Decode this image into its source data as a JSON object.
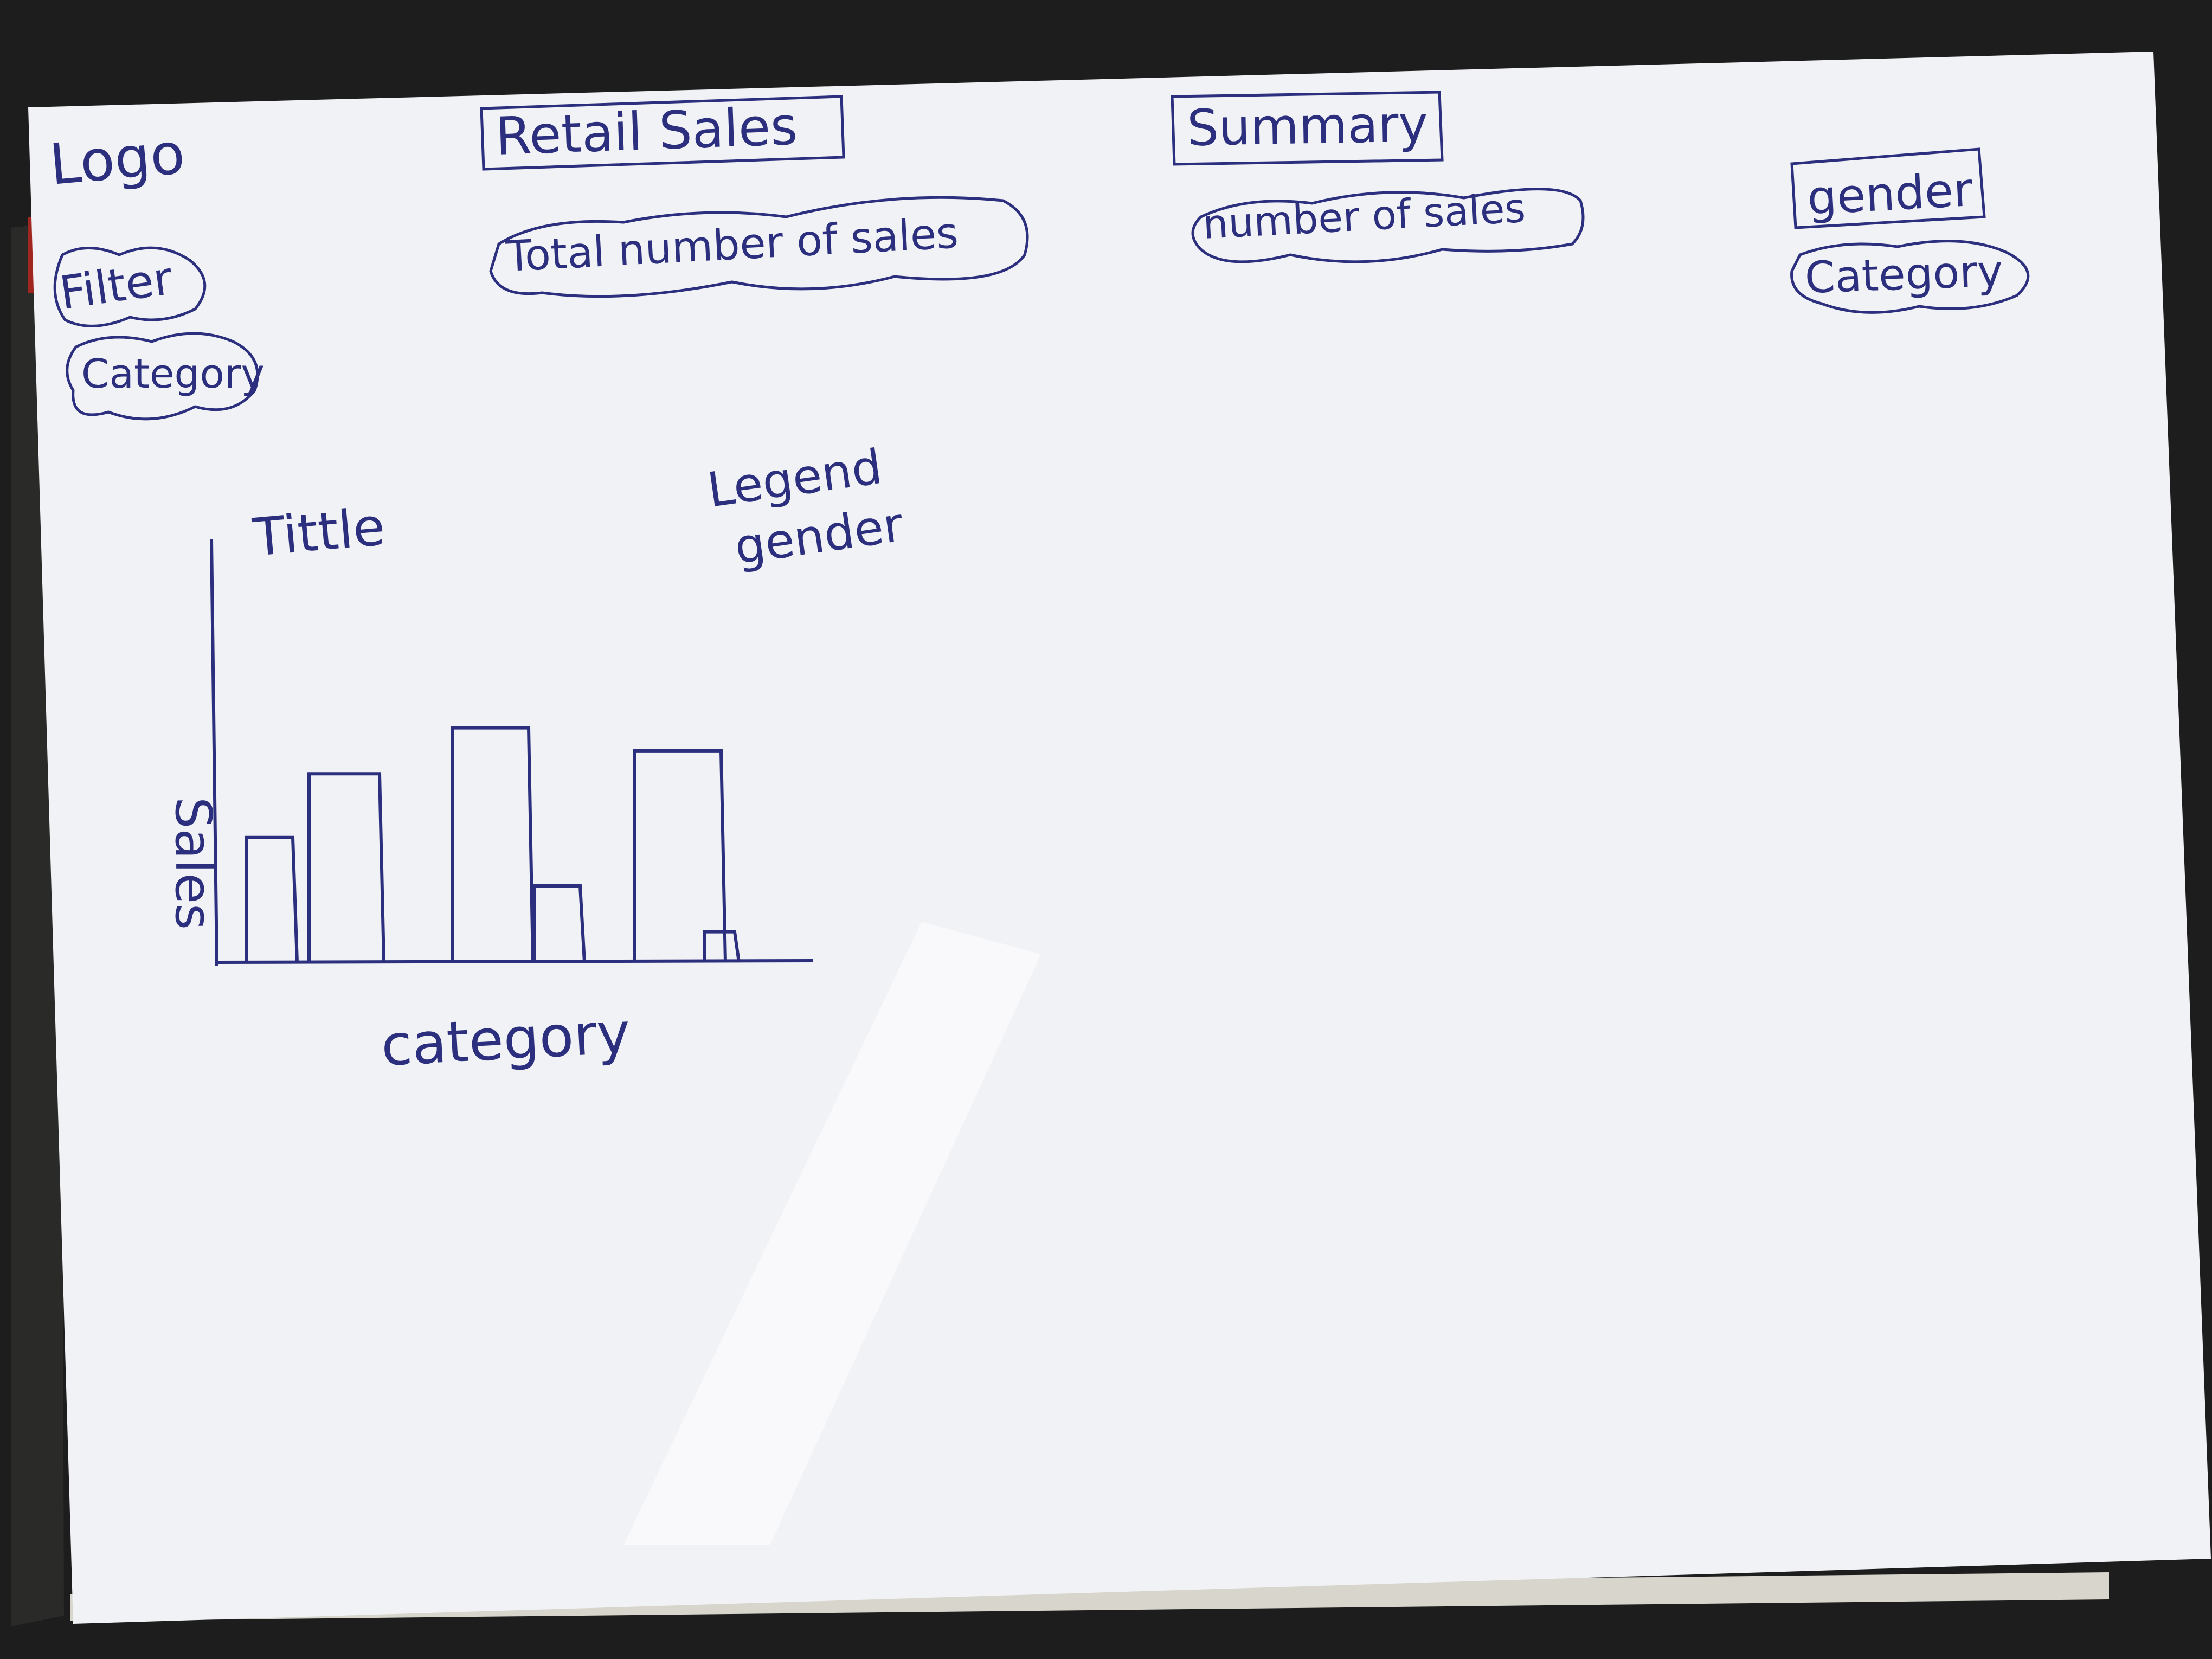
{
  "scene": {
    "background_color": "#1c1d1c",
    "paper_color": "#f1f2f6",
    "ink_color": "#2c2f7e"
  },
  "sketch": {
    "logo": "Logo",
    "filter": "Filter",
    "filter_category": "Category",
    "retail_sales": "Retail Sales",
    "total_number_of_sales": "Total number of sales",
    "summary": "Summary",
    "number_of_sales": "number of sales",
    "gender": "gender",
    "gender_category": "Category",
    "chart_title": "Tittle",
    "legend_line1": "Legend",
    "legend_line2": "gender",
    "ylabel": "Sales",
    "xlabel": "category"
  },
  "chart_data": {
    "type": "bar",
    "title": "Tittle",
    "xlabel": "category",
    "ylabel": "Sales",
    "legend": [
      "gender"
    ],
    "legend_placement": "top-right",
    "bar_heights_relative": [
      0.49,
      0.74,
      0.92,
      0.3,
      0.83,
      0.12
    ]
  }
}
